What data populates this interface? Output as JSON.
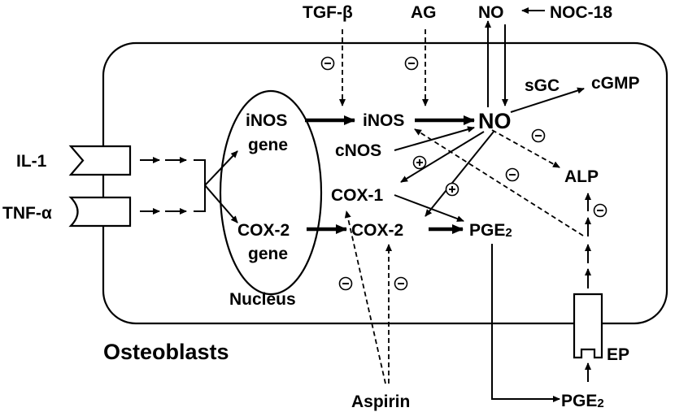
{
  "labels": {
    "tgf": "TGF-β",
    "ag": "AG",
    "no_top": "NO",
    "noc18": "NOC-18",
    "il1": "IL-1",
    "tnf": "TNF-α",
    "inos_gene_1": "iNOS",
    "inos_gene_2": "gene",
    "cox2_gene_1": "COX-2",
    "cox2_gene_2": "gene",
    "nucleus": "Nucleus",
    "inos": "iNOS",
    "no_center": "NO",
    "sgc": "sGC",
    "cgmp": "cGMP",
    "cnos": "cNOS",
    "cox1": "COX-1",
    "cox2": "COX-2",
    "pge2_inner": "PGE",
    "pge2_inner_sub": "2",
    "alp": "ALP",
    "osteoblasts": "Osteoblasts",
    "ep": "EP",
    "aspirin": "Aspirin",
    "pge2_outer": "PGE",
    "pge2_outer_sub": "2"
  },
  "signs": {
    "minus": "⊖",
    "plus": "⊕"
  }
}
